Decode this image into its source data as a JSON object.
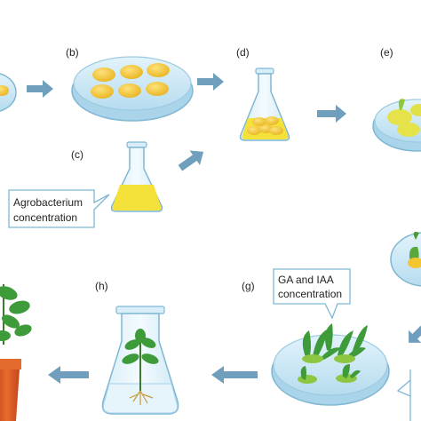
{
  "steps": {
    "b": "(b)",
    "c": "(c)",
    "d": "(d)",
    "e": "(e)",
    "g": "(g)",
    "h": "(h)"
  },
  "callouts": {
    "agro_line1": "Agrobacterium",
    "agro_line2": "concentration",
    "ga_line1": "GA and IAA",
    "ga_line2": "concentration"
  },
  "colors": {
    "arrow": "#6f9fbd",
    "dish_fill": "#bfe3f3",
    "dish_edge": "#7fb7d3",
    "explant": "#f2c531",
    "liquid": "#f4e23a",
    "callout_border": "#7fb7d3",
    "leaf": "#3d9b3a",
    "pot": "#d9541e"
  },
  "icons": {
    "arrow": "arrow-right-icon",
    "dish": "petri-dish-icon",
    "flask": "flask-icon",
    "plant": "plant-icon",
    "pot": "flower-pot-icon"
  }
}
